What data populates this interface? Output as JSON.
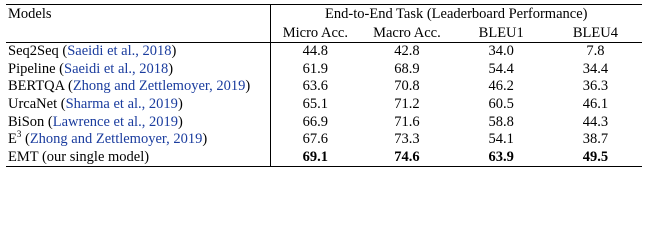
{
  "table": {
    "header": {
      "models_label": "Models",
      "group_label": "End-to-End Task (Leaderboard Performance)",
      "columns": [
        "Micro Acc.",
        "Macro Acc.",
        "BLEU1",
        "BLEU4"
      ]
    },
    "rows": [
      {
        "name": "Seq2Seq",
        "cite": "Saeidi et al., 2018",
        "values": [
          "44.8",
          "42.8",
          "34.0",
          "7.8"
        ],
        "bold": false
      },
      {
        "name": "Pipeline",
        "cite": "Saeidi et al., 2018",
        "values": [
          "61.9",
          "68.9",
          "54.4",
          "34.4"
        ],
        "bold": false
      },
      {
        "name": "BERTQA",
        "cite": "Zhong and Zettlemoyer, 2019",
        "values": [
          "63.6",
          "70.8",
          "46.2",
          "36.3"
        ],
        "bold": false
      },
      {
        "name": "UrcaNet",
        "cite": "Sharma et al., 2019",
        "values": [
          "65.1",
          "71.2",
          "60.5",
          "46.1"
        ],
        "bold": false
      },
      {
        "name": "BiSon",
        "cite": "Lawrence et al., 2019",
        "values": [
          "66.9",
          "71.6",
          "58.8",
          "44.3"
        ],
        "bold": false
      },
      {
        "name": "E",
        "name_sup": "3",
        "cite": "Zhong and Zettlemoyer, 2019",
        "values": [
          "67.6",
          "73.3",
          "54.1",
          "38.7"
        ],
        "bold": false
      },
      {
        "name": "EMT (our single model)",
        "cite": "",
        "values": [
          "69.1",
          "74.6",
          "63.9",
          "49.5"
        ],
        "bold": true
      }
    ]
  }
}
